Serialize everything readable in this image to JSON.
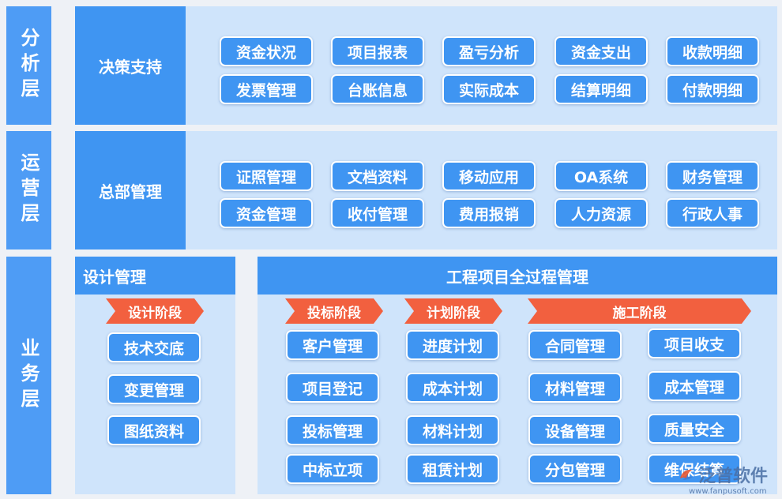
{
  "layers": {
    "analysis": "分析层",
    "operations": "运营层",
    "business": "业务层"
  },
  "decision": {
    "title": "决策支持",
    "items": [
      "资金状况",
      "项目报表",
      "盈亏分析",
      "资金支出",
      "收款明细",
      "发票管理",
      "台账信息",
      "实际成本",
      "结算明细",
      "付款明细"
    ]
  },
  "hq": {
    "title": "总部管理",
    "items": [
      "证照管理",
      "文档资料",
      "移动应用",
      "OA系统",
      "财务管理",
      "资金管理",
      "收付管理",
      "费用报销",
      "人力资源",
      "行政人事"
    ]
  },
  "design": {
    "title": "设计管理",
    "phase": "设计阶段",
    "items": [
      "技术交底",
      "变更管理",
      "图纸资料"
    ]
  },
  "project": {
    "title": "工程项目全过程管理",
    "phases": {
      "bidding": "投标阶段",
      "planning": "计划阶段",
      "construction": "施工阶段"
    },
    "bidding_items": [
      "客户管理",
      "项目登记",
      "投标管理",
      "中标立项"
    ],
    "planning_items": [
      "进度计划",
      "成本计划",
      "材料计划",
      "租赁计划"
    ],
    "construction_col1": [
      "合同管理",
      "材料管理",
      "设备管理",
      "分包管理"
    ],
    "construction_col2": [
      "项目收支",
      "成本管理",
      "质量安全",
      "维保结算"
    ]
  },
  "watermark": {
    "brand": "泛普软件",
    "url": "www.fanpusoft.com"
  },
  "colors": {
    "layer_tag": "#4e9cf5",
    "panel": "#cfe4fb",
    "module": "#3f95f2",
    "phase_arrow": "#f2603f"
  }
}
